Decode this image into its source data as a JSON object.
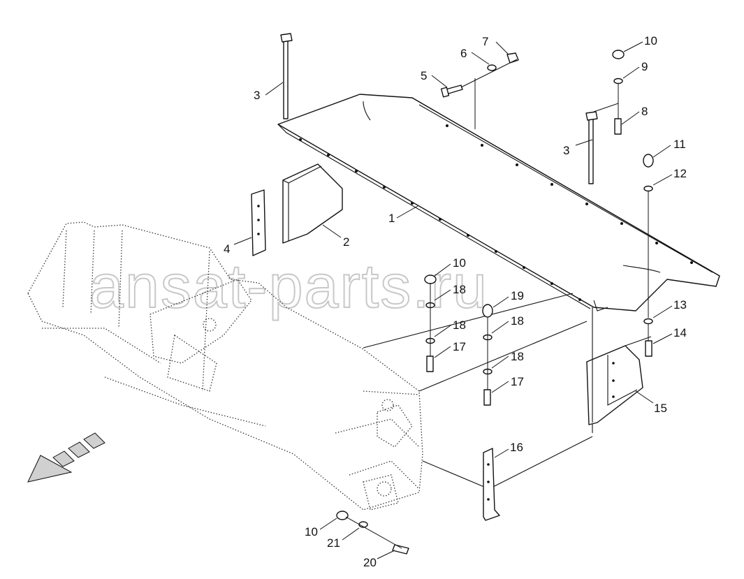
{
  "watermark": "ansat-parts.ru",
  "callouts": [
    {
      "id": "c1",
      "label": "1"
    },
    {
      "id": "c2",
      "label": "2"
    },
    {
      "id": "c3a",
      "label": "3"
    },
    {
      "id": "c3b",
      "label": "3"
    },
    {
      "id": "c4",
      "label": "4"
    },
    {
      "id": "c5",
      "label": "5"
    },
    {
      "id": "c6",
      "label": "6"
    },
    {
      "id": "c7",
      "label": "7"
    },
    {
      "id": "c8",
      "label": "8"
    },
    {
      "id": "c9",
      "label": "9"
    },
    {
      "id": "c10a",
      "label": "10"
    },
    {
      "id": "c10b",
      "label": "10"
    },
    {
      "id": "c10c",
      "label": "10"
    },
    {
      "id": "c11",
      "label": "11"
    },
    {
      "id": "c12",
      "label": "12"
    },
    {
      "id": "c13",
      "label": "13"
    },
    {
      "id": "c14",
      "label": "14"
    },
    {
      "id": "c15",
      "label": "15"
    },
    {
      "id": "c16",
      "label": "16"
    },
    {
      "id": "c17a",
      "label": "17"
    },
    {
      "id": "c17b",
      "label": "17"
    },
    {
      "id": "c18a",
      "label": "18"
    },
    {
      "id": "c18b",
      "label": "18"
    },
    {
      "id": "c18c",
      "label": "18"
    },
    {
      "id": "c18d",
      "label": "18"
    },
    {
      "id": "c19",
      "label": "19"
    },
    {
      "id": "c20",
      "label": "20"
    },
    {
      "id": "c21",
      "label": "21"
    }
  ],
  "icons": {
    "direction": "forward-direction-arrow-icon"
  }
}
